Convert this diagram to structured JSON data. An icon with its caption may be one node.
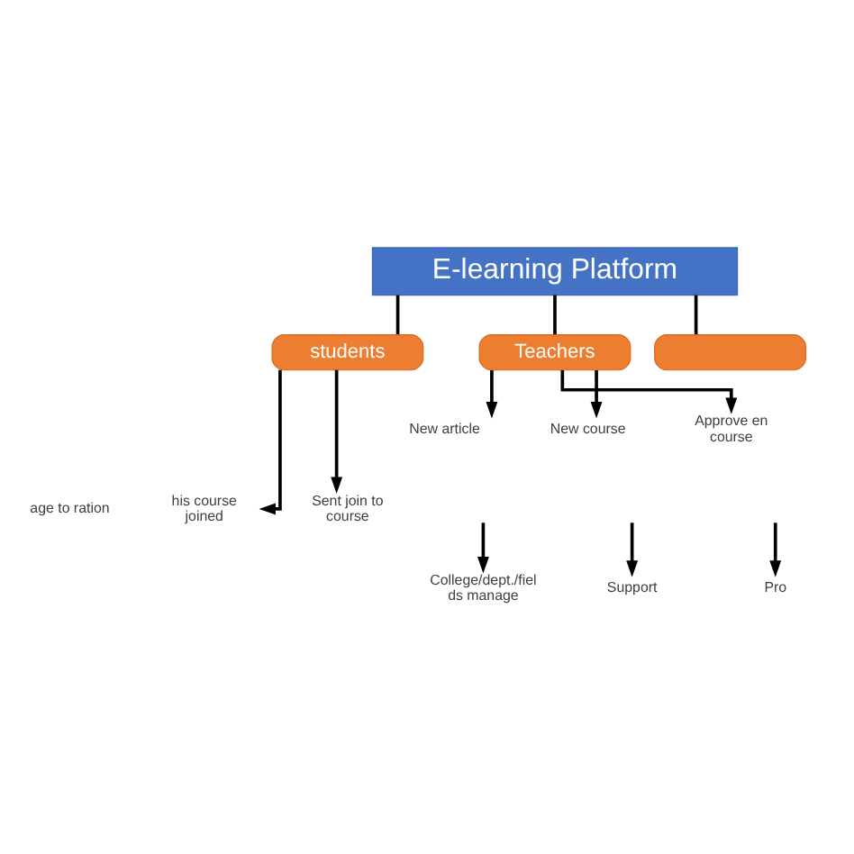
{
  "diagram": {
    "nodes": [
      {
        "text": [
          "E-learning Platform"
        ]
      },
      {
        "text": [
          "students"
        ]
      },
      {
        "text": [
          "Teachers"
        ]
      },
      {
        "text": [],
        "shape": "box"
      },
      {
        "text": [
          "his course joined"
        ]
      },
      {
        "text": [
          "Sent join to course"
        ]
      },
      {
        "text": [
          "New article"
        ]
      },
      {
        "text": [
          "New course"
        ]
      },
      {
        "text": [
          "Approve en course"
        ]
      },
      {
        "text": [
          "College/dept./fiel ds manage"
        ]
      },
      {
        "text": [
          "Support"
        ]
      },
      {
        "text": [
          "Pro"
        ]
      }
    ],
    "edges": [
      {
        "from": 0,
        "to": 1,
        "arrow": "none"
      },
      {
        "from": 0,
        "to": 2,
        "arrow": "none"
      },
      {
        "from": 0,
        "to": 3,
        "arrow": "none"
      },
      {
        "from": 1,
        "to": 4,
        "arrow": "to"
      },
      {
        "from": 1,
        "to": 5,
        "arrow": "to"
      },
      {
        "from": 2,
        "to": 6,
        "arrow": "to"
      },
      {
        "from": 2,
        "to": 7,
        "arrow": "to"
      },
      {
        "from": 2,
        "to": 8,
        "arrow": "to"
      },
      {
        "from": null,
        "to": 9,
        "arrow": "to"
      },
      {
        "from": null,
        "to": 10,
        "arrow": "to"
      },
      {
        "from": null,
        "to": 11,
        "arrow": "to"
      }
    ],
    "labels": [
      "age to ration"
    ]
  }
}
